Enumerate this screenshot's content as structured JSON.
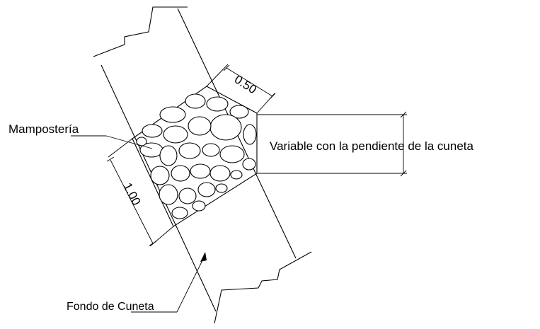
{
  "labels": {
    "masonry": "Mampostería",
    "variable_note": "Variable con la pendiente de la cuneta",
    "ditch_bottom": "Fondo de Cuneta"
  },
  "dimensions": {
    "width": "0.50",
    "depth": "1.00"
  }
}
